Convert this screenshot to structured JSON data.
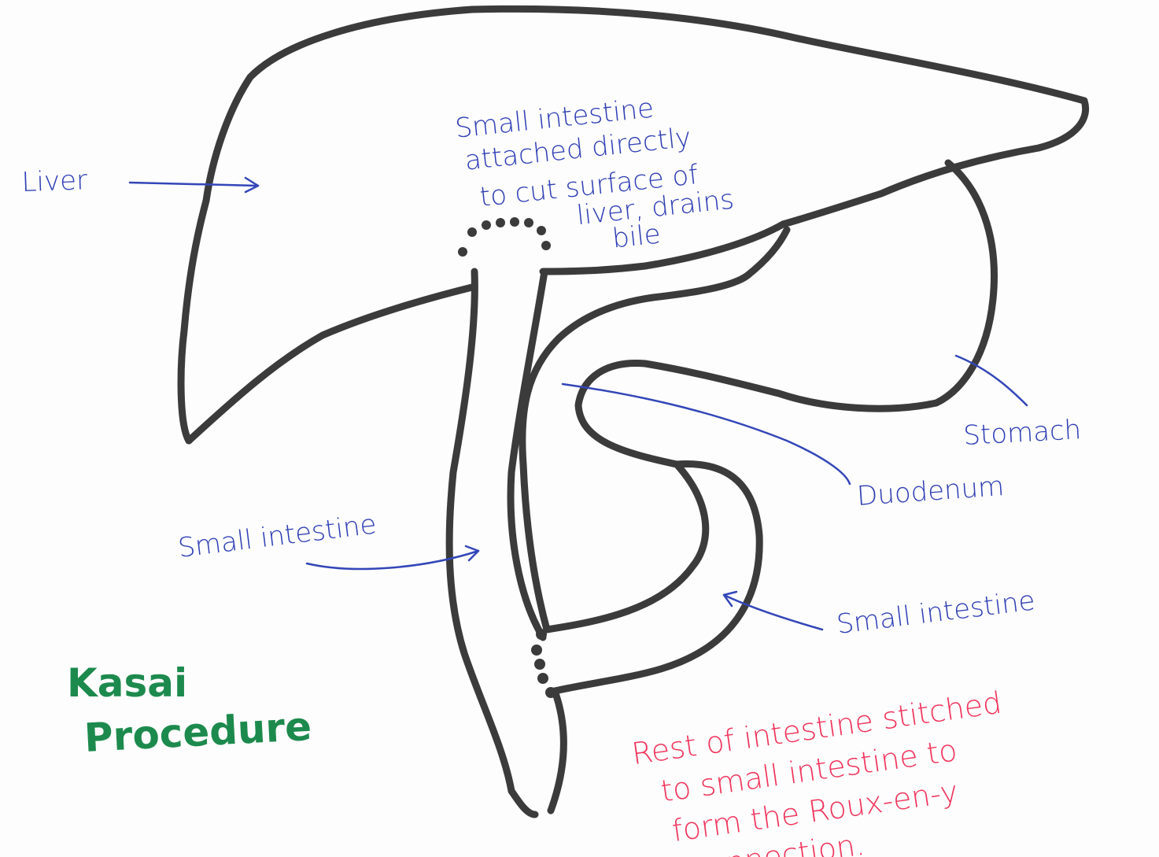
{
  "labels": {
    "liver": "Liver",
    "note_liver": [
      "Small intestine",
      "attached directly",
      "to cut surface of",
      "liver, drains",
      "bile"
    ],
    "stomach": "Stomach",
    "duodenum": "Duodenum",
    "small_intestine_left": "Small intestine",
    "small_intestine_right": "Small intestine",
    "title": [
      "Kasai",
      "Procedure"
    ],
    "note_roux": [
      "Rest of intestine stitched",
      "to small intestine to",
      "form the Roux-en-y",
      "connection."
    ]
  },
  "colors": {
    "outline": "#3b3b3b",
    "annotation_blue": "#2f3fb5",
    "annotation_red": "#f0355c",
    "title_green": "#1d8a4d"
  }
}
